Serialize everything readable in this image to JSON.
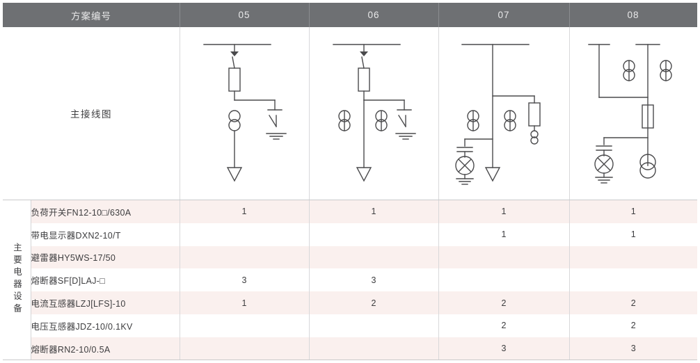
{
  "header": {
    "scheme_label": "方案编号",
    "columns": [
      "05",
      "06",
      "07",
      "08"
    ],
    "bar_color": "#6e7073",
    "text_color": "#e9e9ea"
  },
  "diagram_row": {
    "label": "主接线图",
    "cells": [
      "05",
      "06",
      "07",
      "08"
    ]
  },
  "group": {
    "label": "主要电器设备"
  },
  "table": {
    "row_stripe_color": "#faf0ee",
    "rows": [
      {
        "name": "负荷开关FN12-10□/630A",
        "values": [
          "1",
          "1",
          "1",
          "1"
        ]
      },
      {
        "name": "带电显示器DXN2-10/T",
        "values": [
          "",
          "",
          "1",
          "1"
        ]
      },
      {
        "name": "避雷器HY5WS-17/50",
        "values": [
          "",
          "",
          "",
          ""
        ]
      },
      {
        "name": "熔断器SF[D]LAJ-□",
        "values": [
          "3",
          "3",
          "",
          ""
        ]
      },
      {
        "name": "电流互感器LZJ[LFS]-10",
        "values": [
          "1",
          "2",
          "2",
          "2"
        ]
      },
      {
        "name": "电压互感器JDZ-10/0.1KV",
        "values": [
          "",
          "",
          "2",
          "2"
        ]
      },
      {
        "name": "熔断器RN2-10/0.5A",
        "values": [
          "",
          "",
          "3",
          "3"
        ]
      }
    ]
  }
}
